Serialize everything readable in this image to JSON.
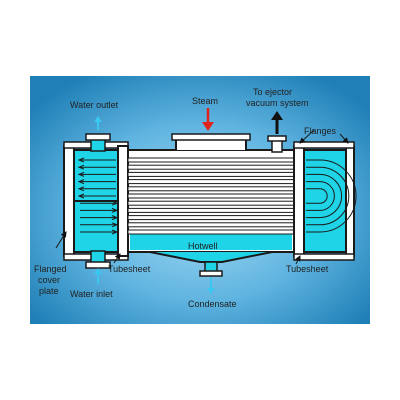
{
  "labels": {
    "water_outlet": "Water outlet",
    "steam": "Steam",
    "ejector_line1": "To ejector",
    "ejector_line2": "vacuum system",
    "flanges": "Flanges",
    "hotwell": "Hotwell",
    "flanged_line1": "Flanged",
    "flanged_line2": "cover",
    "flanged_line3": "plate",
    "tubesheet_left": "Tubesheet",
    "tubesheet_right": "Tubesheet",
    "water_inlet": "Water inlet",
    "condensate": "Condensate"
  },
  "colors": {
    "background_dark": "#1f83b8",
    "background_light": "#8fd0ee",
    "water": "#1ed4e6",
    "shell": "#ffffff",
    "outline": "#1a1a1a",
    "tube": "#ffffff",
    "steam_arrow": "#e0231b",
    "flow_arrow": "#3bc8f0",
    "exhaust_arrow": "#111111"
  },
  "icons": {
    "steam_inlet": "red-down-arrow",
    "ejector_outlet": "black-up-arrow",
    "water_flow": "cyan-arrow"
  }
}
